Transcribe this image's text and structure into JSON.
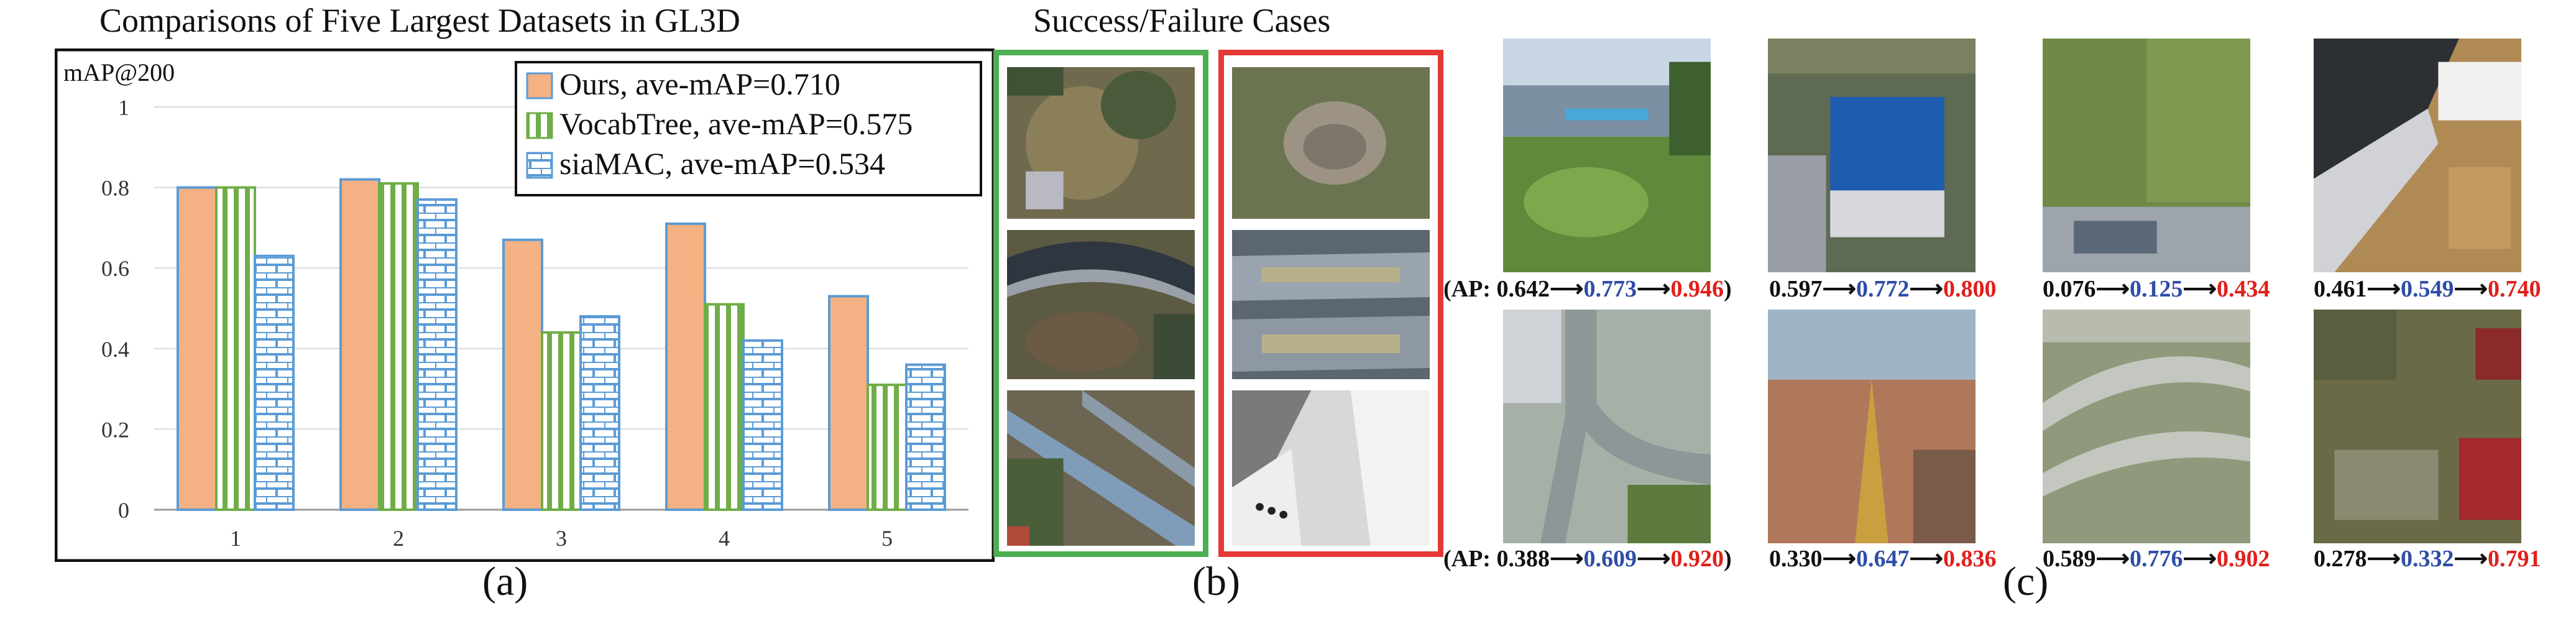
{
  "colors": {
    "ours_fill": "#f4b183",
    "ours_stroke": "#5b9bd5",
    "vocab_fill": "#70ad47",
    "siamac_stroke": "#5b9bd5",
    "success_border": "#4caf50",
    "failure_border": "#e53935",
    "ap_mid": "#2e4ea6",
    "ap_final": "#e0201b"
  },
  "panel_a": {
    "title": "Comparisons of Five Largest Datasets in GL3D",
    "caption": "(a)"
  },
  "panel_b": {
    "title": "Success/Failure Cases",
    "caption": "(b)",
    "success_images": [
      "aerial-campus-roundabout",
      "aerial-curved-building",
      "aerial-bridge-road"
    ],
    "failure_images": [
      "aerial-field-ruin",
      "aerial-two-roofs",
      "aerial-white-roof"
    ]
  },
  "panel_c": {
    "caption": "(c)",
    "ap_prefix": "(AP: ",
    "ap_suffix": ")",
    "arrow": "⟶",
    "rows": [
      {
        "cells": [
          {
            "image": "office-building-lawn",
            "v1": "0.642",
            "v2": "0.773",
            "v3": "0.946",
            "prefix": true
          },
          {
            "image": "blue-roof-factory",
            "v1": "0.597",
            "v2": "0.772",
            "v3": "0.800",
            "prefix": false
          },
          {
            "image": "farmland-rows",
            "v1": "0.076",
            "v2": "0.125",
            "v3": "0.434",
            "prefix": false
          },
          {
            "image": "rooftop-corner",
            "v1": "0.461",
            "v2": "0.549",
            "v3": "0.740",
            "prefix": false
          }
        ]
      },
      {
        "cells": [
          {
            "image": "road-intersection",
            "v1": "0.388",
            "v2": "0.609",
            "v3": "0.920",
            "prefix": true
          },
          {
            "image": "temple-tower",
            "v1": "0.330",
            "v2": "0.647",
            "v3": "0.836",
            "prefix": false
          },
          {
            "image": "hillside-village",
            "v1": "0.589",
            "v2": "0.776",
            "v3": "0.902",
            "prefix": false
          },
          {
            "image": "red-roof-village",
            "v1": "0.278",
            "v2": "0.332",
            "v3": "0.791",
            "prefix": false
          }
        ]
      }
    ]
  },
  "chart_data": {
    "type": "bar",
    "title": "Comparisons of Five Largest Datasets in GL3D",
    "ylabel": "mAP@200",
    "xlabel": "",
    "categories": [
      "1",
      "2",
      "3",
      "4",
      "5"
    ],
    "ylim": [
      0,
      1
    ],
    "yticks": [
      "0",
      "0.2",
      "0.4",
      "0.6",
      "0.8",
      "1"
    ],
    "grid": true,
    "legend_position": "top-right",
    "series": [
      {
        "name": "Ours, ave-mAP=0.710",
        "values": [
          0.8,
          0.82,
          0.67,
          0.71,
          0.53
        ]
      },
      {
        "name": "VocabTree, ave-mAP=0.575",
        "values": [
          0.8,
          0.81,
          0.44,
          0.51,
          0.31
        ]
      },
      {
        "name": "siaMAC, ave-mAP=0.534",
        "values": [
          0.63,
          0.77,
          0.48,
          0.42,
          0.36
        ]
      }
    ]
  }
}
